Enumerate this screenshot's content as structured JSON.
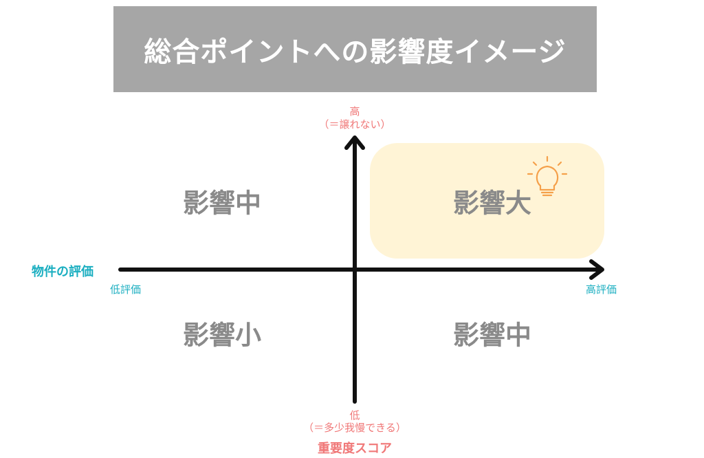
{
  "title": "総合ポイントへの影響度イメージ",
  "axes": {
    "x": {
      "name": "物件の評価",
      "low": "低評価",
      "high": "高評価"
    },
    "y": {
      "name": "重要度スコア",
      "high": "高",
      "high_note": "（＝譲れない）",
      "low": "低",
      "low_note": "（＝多少我慢できる）"
    }
  },
  "quadrants": {
    "top_left": "影響中",
    "top_right": "影響大",
    "bottom_left": "影響小",
    "bottom_right": "影響中"
  },
  "colors": {
    "banner": "#a6a6a6",
    "highlight": "#fff4d6",
    "axis": "#111111",
    "teal": "#1aaec0",
    "salmon": "#f07878",
    "quadrant_text": "#8a8a8a",
    "bulb": "#f5a04a"
  },
  "icons": {
    "highlight_icon": "lightbulb-icon"
  }
}
